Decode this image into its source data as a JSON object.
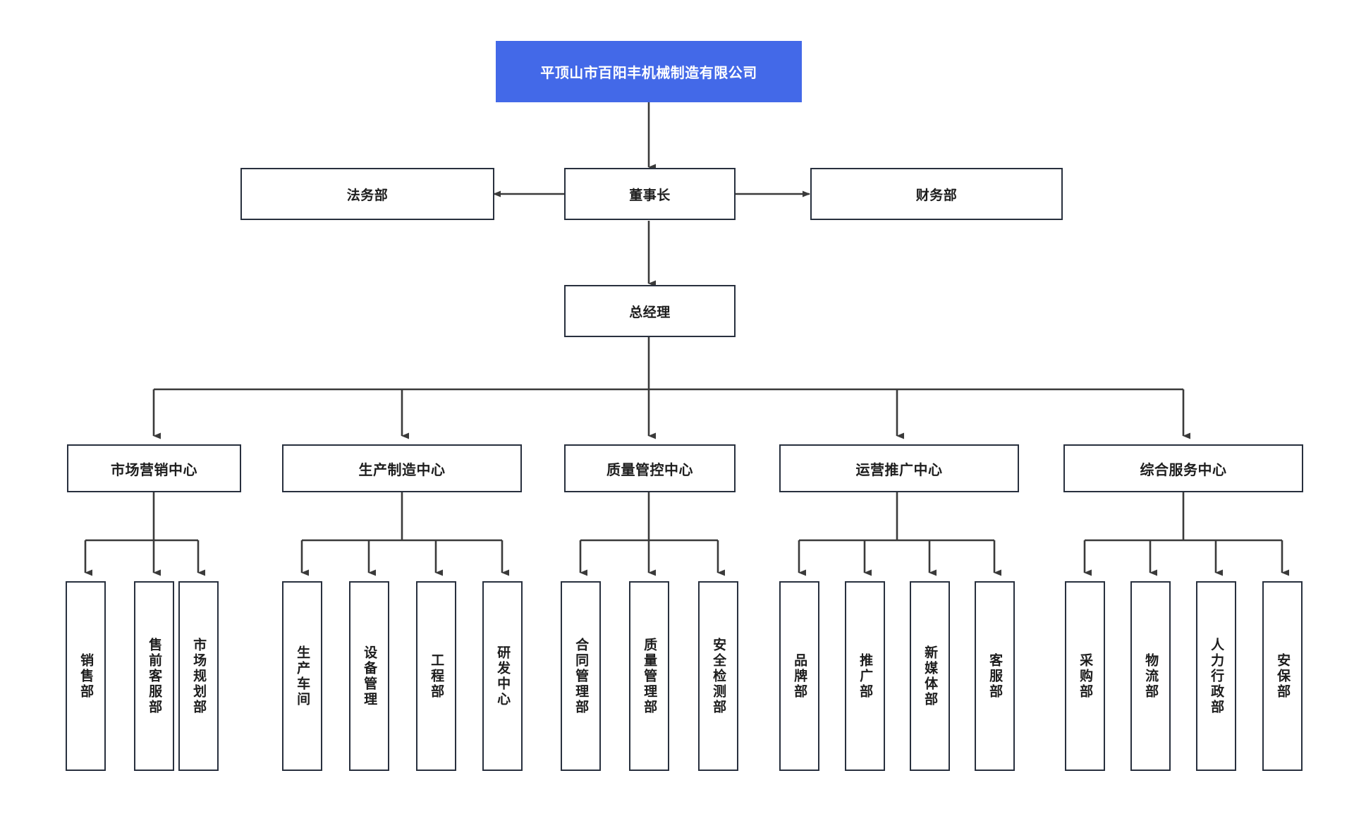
{
  "diagram": {
    "type": "organization-chart",
    "title": "平顶山市百阳丰机械制造有限公司",
    "orientation": "top-down",
    "colors": {
      "root_fill": "#4369e8",
      "root_text": "#ffffff",
      "node_fill": "#ffffff",
      "node_border": "#28303e",
      "node_text": "#1d1d1d",
      "connector": "#3a3a3a",
      "background": "#ffffff"
    }
  },
  "nodes": {
    "root": {
      "label": "平顶山市百阳丰机械制造有限公司"
    },
    "chairman": {
      "label": "董事长"
    },
    "legal": {
      "label": "法务部"
    },
    "finance": {
      "label": "财务部"
    },
    "general_manager": {
      "label": "总经理"
    },
    "centers": [
      {
        "label": "市场营销中心",
        "children": [
          {
            "label": "销售部"
          },
          {
            "label": "售前客服部"
          },
          {
            "label": "市场规划部"
          }
        ]
      },
      {
        "label": "生产制造中心",
        "children": [
          {
            "label": "生产车间"
          },
          {
            "label": "设备管理"
          },
          {
            "label": "工程部"
          },
          {
            "label": "研发中心"
          }
        ]
      },
      {
        "label": "质量管控中心",
        "children": [
          {
            "label": "合同管理部"
          },
          {
            "label": "质量管理部"
          },
          {
            "label": "安全检测部"
          }
        ]
      },
      {
        "label": "运营推广中心",
        "children": [
          {
            "label": "品牌部"
          },
          {
            "label": "推广部"
          },
          {
            "label": "新媒体部"
          },
          {
            "label": "客服部"
          }
        ]
      },
      {
        "label": "综合服务中心",
        "children": [
          {
            "label": "采购部"
          },
          {
            "label": "物流部"
          },
          {
            "label": "人力行政部"
          },
          {
            "label": "安保部"
          }
        ]
      }
    ]
  }
}
